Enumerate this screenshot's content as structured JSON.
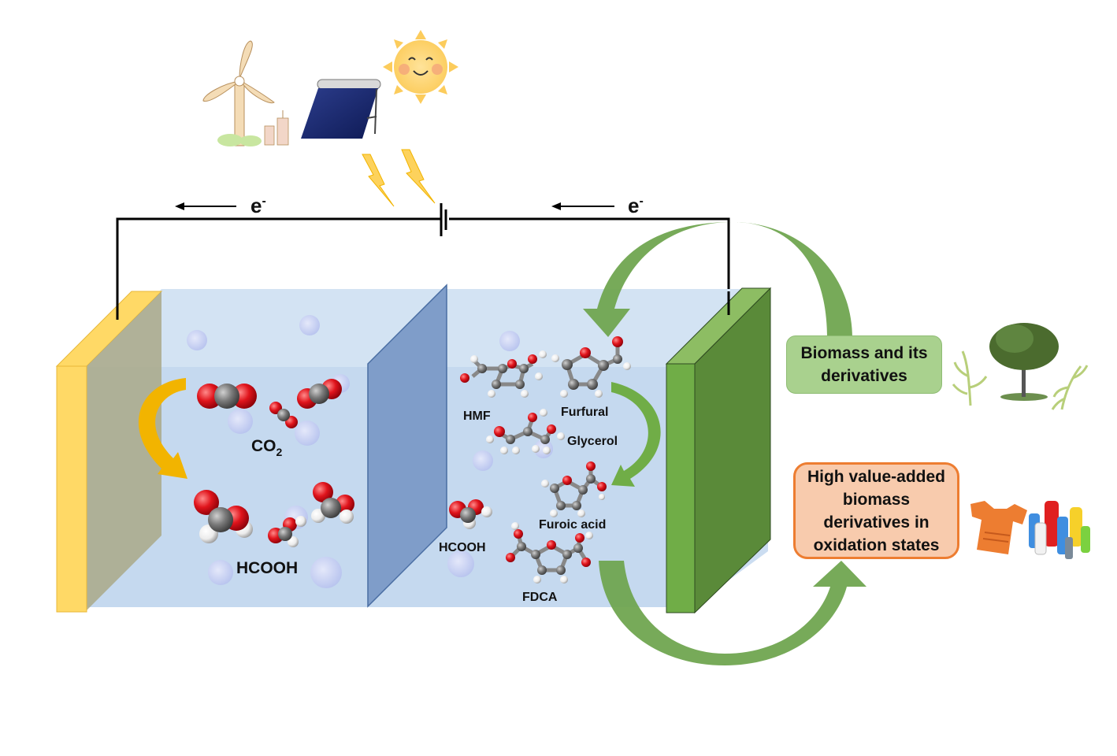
{
  "figure": {
    "title": "Paired electrolysis: CO2 reduction coupled with biomass oxidation",
    "power_sources": [
      "wind-turbine",
      "solar-water-heater-panel",
      "sun"
    ],
    "electron_labels": {
      "left": "e",
      "right": "e",
      "superscript": "-"
    },
    "cathode": {
      "color": "#ffd966",
      "reactant_label": "CO",
      "reactant_subscript": "2",
      "product_label": "HCOOH"
    },
    "membrane": {
      "color": "#7f9dc9"
    },
    "anode": {
      "color": "#70ad47",
      "molecules": [
        {
          "id": "hmf",
          "label": "HMF"
        },
        {
          "id": "furfural",
          "label": "Furfural"
        },
        {
          "id": "glycerol",
          "label": "Glycerol"
        },
        {
          "id": "furoic-acid",
          "label": "Furoic acid"
        },
        {
          "id": "hcooh",
          "label": "HCOOH"
        },
        {
          "id": "fdca",
          "label": "FDCA"
        }
      ]
    },
    "boxes": {
      "biomass": "Biomass and its derivatives",
      "products": "High value-added biomass derivatives in oxidation states"
    },
    "colors": {
      "electrolyte": "#c5d9ef",
      "oxygen": "#e0141c",
      "carbon": "#7a7a7a",
      "hydrogen": "#f2f2f2",
      "cycle_arrow": "#70a550",
      "cathode_arrow": "#f2b400"
    }
  }
}
